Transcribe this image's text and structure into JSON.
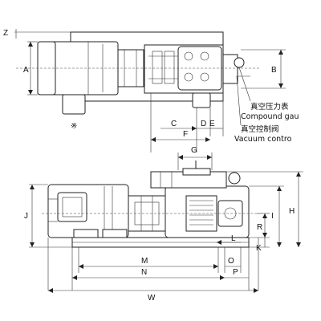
{
  "dimension_labels": {
    "Z": "Z",
    "A": "A",
    "B": "B",
    "C": "C",
    "D": "D",
    "E": "E",
    "F": "F",
    "G": "G",
    "H": "H",
    "I": "I",
    "J": "J",
    "K": "K",
    "L": "L",
    "M": "M",
    "N": "N",
    "O": "O",
    "P": "P",
    "R": "R",
    "W": "W",
    "star": "※"
  },
  "annotations": {
    "compound_gauge_cn": "真空压力表",
    "compound_gauge_en": "Compound gau",
    "vacuum_control_cn": "真空控制阀",
    "vacuum_control_en": "Vacuum contro"
  }
}
